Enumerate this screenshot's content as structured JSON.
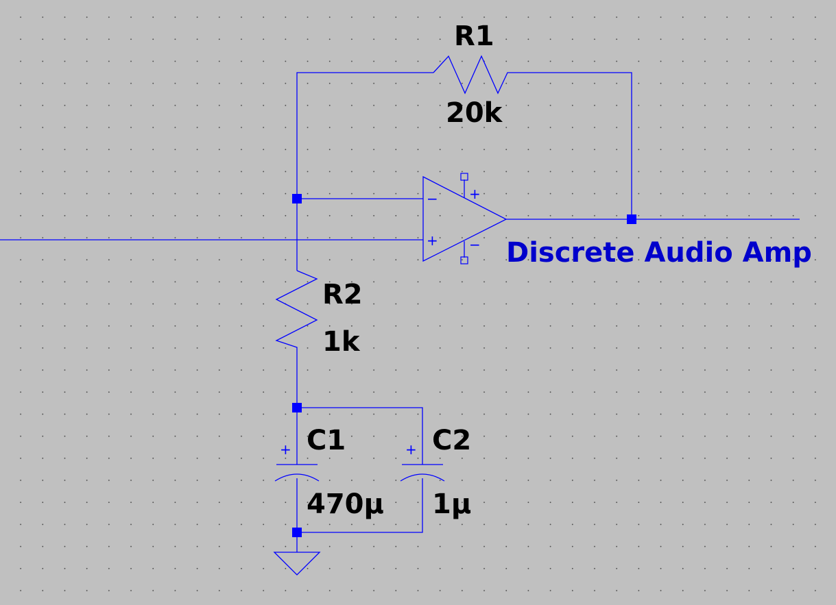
{
  "components": {
    "r1": {
      "ref": "R1",
      "value": "20k"
    },
    "r2": {
      "ref": "R2",
      "value": "1k"
    },
    "c1": {
      "ref": "C1",
      "value": "470µ"
    },
    "c2": {
      "ref": "C2",
      "value": "1µ"
    }
  },
  "net_label": "Discrete Audio Amp",
  "opamp": {
    "inverting_input": "−",
    "noninverting_input": "+",
    "supply_positive": "+",
    "supply_negative": "−"
  },
  "capacitor_polarity": "+",
  "colors": {
    "background": "#c0c0c0",
    "wire": "#0000ff",
    "net_label": "#0000cc",
    "text": "#000000"
  }
}
